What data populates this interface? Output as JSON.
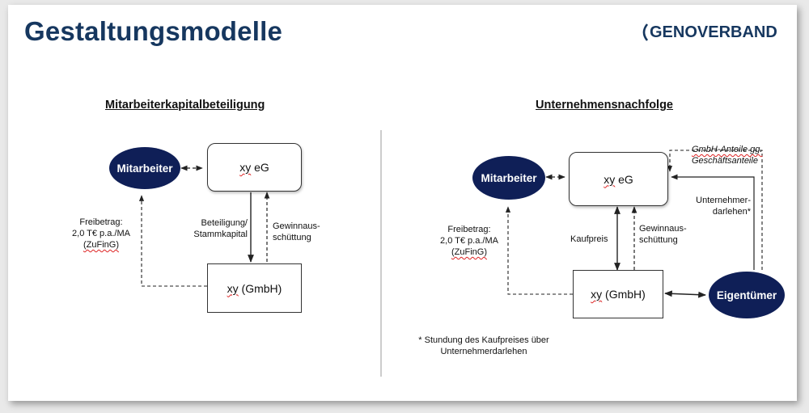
{
  "title": "Gestaltungsmodelle",
  "logo": {
    "text": "GENOVERBAND"
  },
  "colors": {
    "navy": "#0f1f57",
    "title": "#16375f"
  },
  "left": {
    "heading": "Mitarbeiterkapitalbeteiligung",
    "ellipse": "Mitarbeiter",
    "top_box": {
      "word": "xy",
      "rest": " eG"
    },
    "bottom_box": {
      "word": "xy",
      "rest": " (GmbH)"
    },
    "label_down": [
      "Beteiligung/",
      "Stammkapital"
    ],
    "label_up": [
      "Gewinnaus-",
      "schüttung"
    ],
    "freibetrag": [
      "Freibetrag:",
      "2,0 T€ p.a./MA",
      "(ZuFinG)"
    ]
  },
  "right": {
    "heading": "Unternehmensnachfolge",
    "ellipse": "Mitarbeiter",
    "owner": "Eigentümer",
    "top_box": {
      "word": "xy",
      "rest": " eG"
    },
    "bottom_box": {
      "word": "xy",
      "rest": " (GmbH)"
    },
    "label_kaufpreis": "Kaufpreis",
    "label_up": [
      "Gewinnaus-",
      "schüttung"
    ],
    "gmbh_anteile": [
      "GmbH-Anteile gg.",
      "Geschäftsanteile"
    ],
    "darlehen": [
      "Unternehmer-",
      "darlehen*"
    ],
    "freibetrag": [
      "Freibetrag:",
      "2,0 T€ p.a./MA",
      "(ZuFinG)"
    ],
    "footnote": [
      "* Stundung des Kaufpreises über",
      "Unternehmerdarlehen"
    ]
  }
}
